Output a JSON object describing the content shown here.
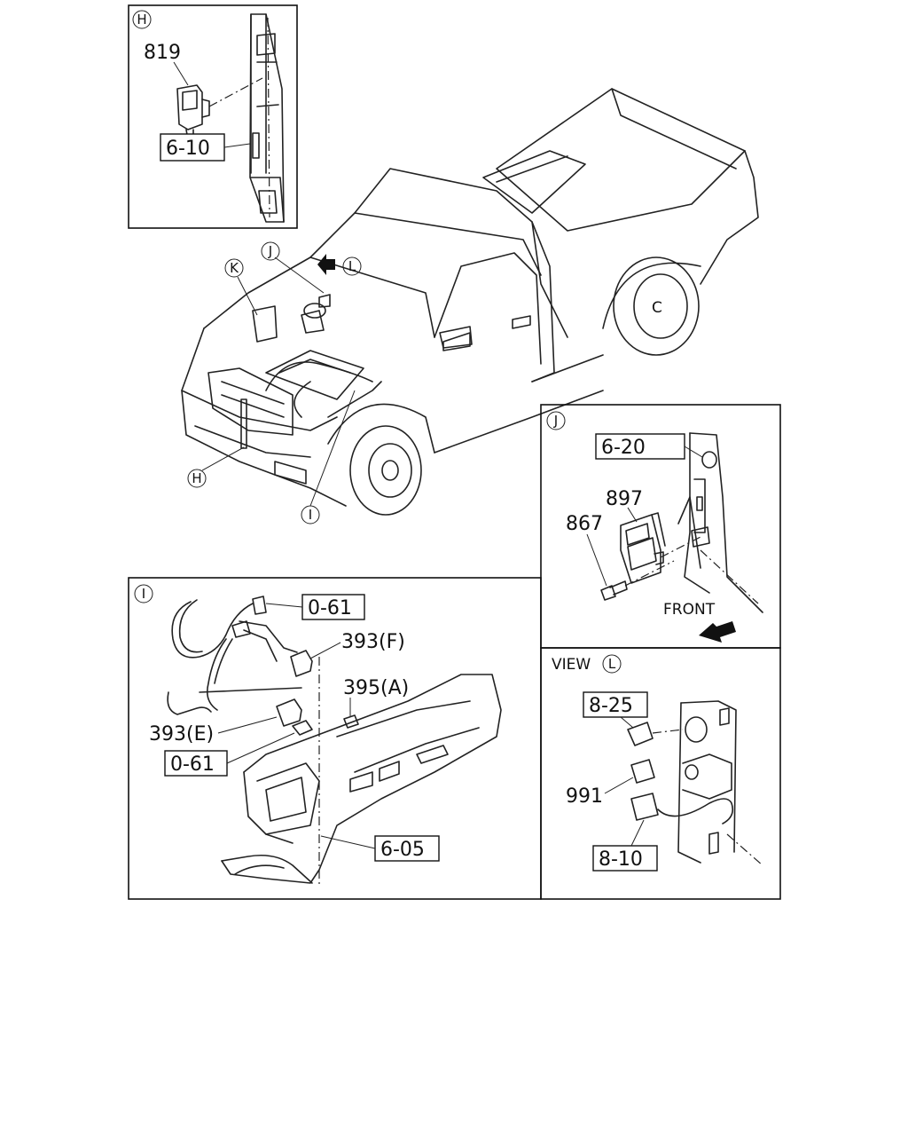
{
  "panel_h": {
    "tag": "H",
    "part_819": "819",
    "ref_6_10": "6-10"
  },
  "main_view": {
    "callout_j": "J",
    "callout_k": "K",
    "callout_l": "L",
    "callout_h": "H",
    "callout_i": "I"
  },
  "panel_i": {
    "tag": "I",
    "ref_0_61_top": "0-61",
    "part_393f": "393(F)",
    "part_395a": "395(A)",
    "part_393e": "393(E)",
    "ref_0_61_bottom": "0-61",
    "ref_6_05": "6-05"
  },
  "panel_j": {
    "tag": "J",
    "ref_6_20": "6-20",
    "part_897": "897",
    "part_867": "867",
    "front_label": "FRONT"
  },
  "panel_l": {
    "view_label": "VIEW",
    "tag": "L",
    "ref_8_25": "8-25",
    "part_991": "991",
    "ref_8_10": "8-10"
  }
}
